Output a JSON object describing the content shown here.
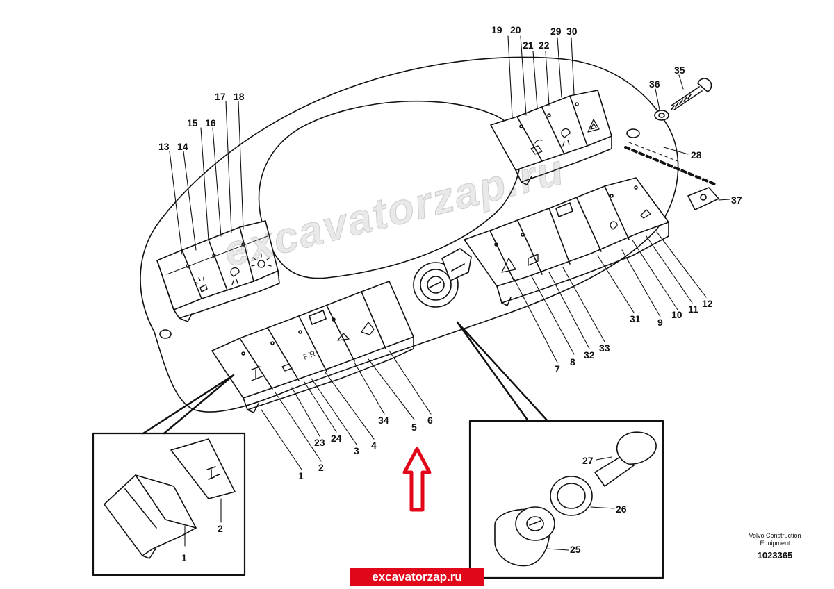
{
  "diagram": {
    "brand_lines": [
      "Volvo Construction",
      "Equipment"
    ],
    "doc_number": "1023365",
    "site_label": "excavatorzap.ru",
    "watermark": "excavatorzap.ru",
    "part_numbers": [
      "1",
      "2",
      "3",
      "4",
      "5",
      "6",
      "7",
      "8",
      "9",
      "10",
      "11",
      "12",
      "13",
      "14",
      "15",
      "16",
      "17",
      "18",
      "19",
      "20",
      "21",
      "22",
      "23",
      "24",
      "25",
      "26",
      "27",
      "28",
      "29",
      "30",
      "31",
      "32",
      "33",
      "34",
      "35",
      "36",
      "37"
    ],
    "detail_left_numbers": [
      "1",
      "2"
    ],
    "detail_right_numbers": [
      "25",
      "26",
      "27"
    ],
    "arrow_color": "#e1061a",
    "icons": [
      "worklight-icon",
      "wiper-icon",
      "hazard-icon",
      "quick-coupler-icon",
      "fr-icon",
      "key-switch-icon",
      "bolt-icon",
      "washer-icon",
      "clip-icon"
    ]
  }
}
